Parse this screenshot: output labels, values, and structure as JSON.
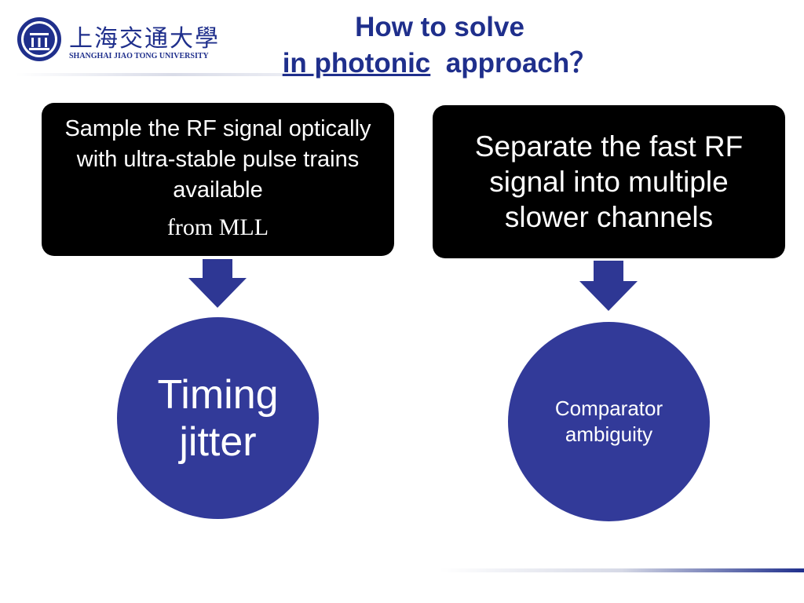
{
  "logo": {
    "cn_name": "上海交通大學",
    "en_name": "SHANGHAI JIAO TONG UNIVERSITY",
    "seal_icon": "university-seal-icon"
  },
  "title": {
    "line1": "How to solve",
    "line2_underlined": "in photonic",
    "line2_rest": "approach？"
  },
  "boxes": [
    {
      "line_main": "Sample the RF signal optically with ultra-stable pulse trains available",
      "line_tail": "from MLL"
    },
    {
      "text": "Separate the fast RF signal into multiple slower channels"
    }
  ],
  "circles": [
    {
      "text": "Timing jitter"
    },
    {
      "text": "Comparator ambiguity"
    }
  ],
  "colors": {
    "accent": "#1f2f8c",
    "circle_fill": "#323a99",
    "arrow_fill": "#2e3794",
    "box_fill": "#000000"
  }
}
